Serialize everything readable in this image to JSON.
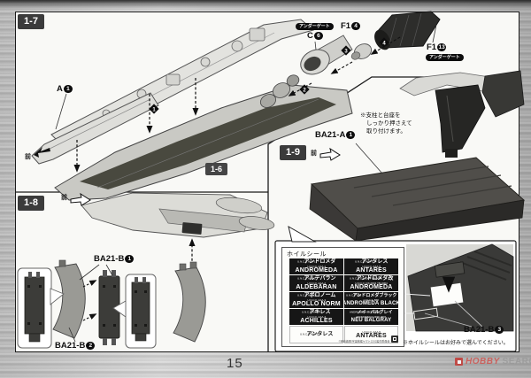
{
  "page_number": "15",
  "watermark": {
    "brand_red": "HOBBY",
    "brand_gray": "SEARCH"
  },
  "badges": {
    "s17": "1-7",
    "s18": "1-8",
    "s19": "1-9",
    "ref16": "1-6"
  },
  "labels": {
    "front": "前",
    "undergate": "アンダーゲート",
    "part_a": {
      "code": "A",
      "num": "1"
    },
    "part_c": {
      "code": "C",
      "num": "6"
    },
    "part_f1a": {
      "code": "F1",
      "num": "4"
    },
    "part_f1b": {
      "code": "F1",
      "num": "13"
    },
    "ba21a": {
      "code": "BA21-A",
      "num": "1"
    },
    "ba21b1": {
      "code": "BA21-B",
      "num": "1"
    },
    "ba21b2": {
      "code": "BA21-B",
      "num": "2"
    },
    "ba21b3": {
      "code": "BA21-B",
      "num": "3"
    },
    "step_markers": {
      "m1": "1",
      "m2": "2",
      "m3": "3",
      "m4": "4"
    }
  },
  "notes": {
    "stand_line1": "※支柱と台座を",
    "stand_line2": "しっかり押さえて",
    "stand_line3": "取り付けます。",
    "seal_choice": "※ホイルシールはお好みで選んでください。"
  },
  "seal_sheet": {
    "title": "ホイルシール",
    "rows": [
      [
        {
          "reg": "U.N.C.F. AAA-1",
          "kana": "アンドロメダ",
          "eng": "ANDROMEDA"
        },
        {
          "reg": "U.N.C.F. AAA-5",
          "kana": "アンタレス",
          "eng": "ANTARES"
        }
      ],
      [
        {
          "reg": "U.N.C.F. AAA-2",
          "kana": "アルデバラン",
          "eng": "ALDEBARAN"
        },
        {
          "reg": "U.N.C.F. DX-0004 YB-0004",
          "kana": "アンドロメダ改",
          "eng": "ANDROMEDA"
        }
      ],
      [
        {
          "reg": "U.N.C.F. AAA-3",
          "kana": "アポロノーム",
          "eng": "APOLLO NORM"
        },
        {
          "reg": "U.N.C.F. 888",
          "kana": "アンドロメダブラック",
          "eng": "ANDROMEDA BLACK"
        }
      ],
      [
        {
          "reg": "U.N.C.F. AAA-4",
          "kana": "アキレス",
          "eng": "ACHILLES"
        },
        {
          "reg": "ANDROMEDA DDD-0001",
          "kana": "ノイ・バルグレイ",
          "eng": "NEU BALGRAY"
        }
      ]
    ],
    "bottom": [
      {
        "reg": "U.N.C.F. AAA-5",
        "kana": "アンタレス"
      },
      {
        "reg": "U.N.C.F. AAA-5",
        "eng": "ANTARES"
      }
    ],
    "footer_tiny": "©西崎義展/宇宙戦艦ヤマト2202製作委員会"
  }
}
